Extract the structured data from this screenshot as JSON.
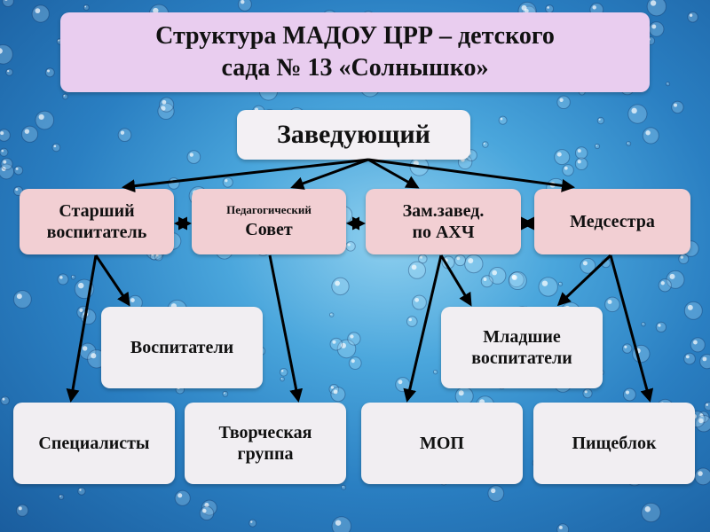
{
  "title": {
    "line1": "Структура МАДОУ ЦРР – детского",
    "line2": "сада № 13 «Солнышко»"
  },
  "head": "Заведующий",
  "level1": {
    "senior": [
      "Старший",
      "воспитатель"
    ],
    "council": [
      "Педагогический",
      "Совет"
    ],
    "deputy": [
      "Зам.завед.",
      "по АХЧ"
    ],
    "nurse": "Медсестра"
  },
  "level2": {
    "teachers": "Воспитатели",
    "junior": [
      "Младшие",
      "воспитатели"
    ]
  },
  "level3": {
    "specialists": "Специалисты",
    "creative": [
      "Творческая",
      "группа"
    ],
    "mop": "МОП",
    "kitchen": "Пищеблок"
  },
  "colors": {
    "title_bg": "#e9cdef",
    "level1_bg": "#f2cfd3",
    "box_bg": "#f1eef2",
    "background": "#2a7fc2"
  }
}
